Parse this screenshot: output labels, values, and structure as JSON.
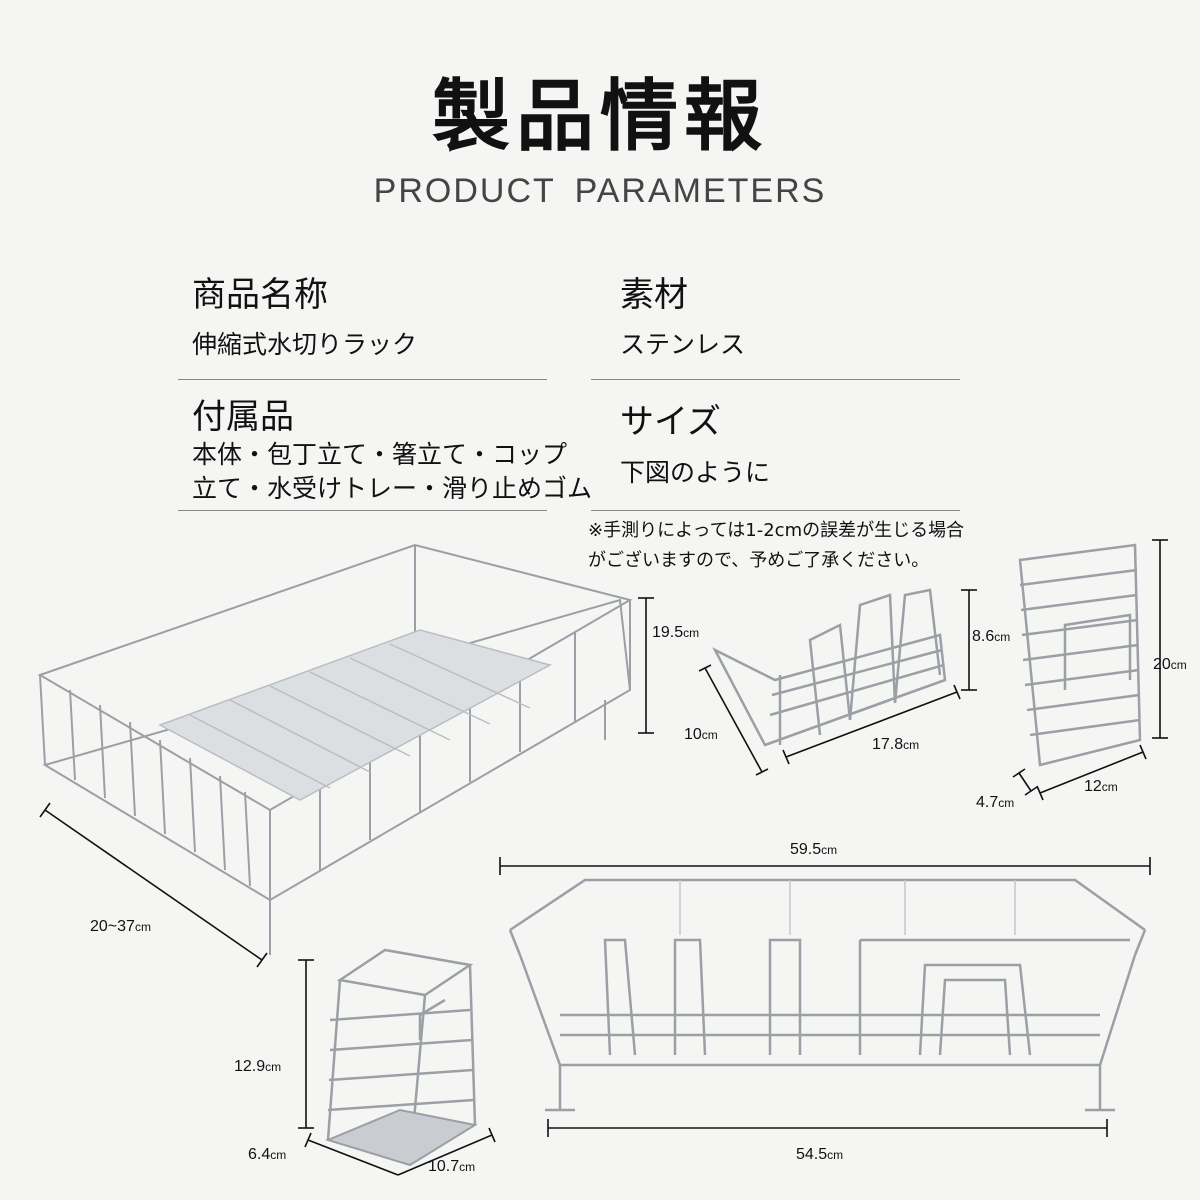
{
  "header": {
    "title": "製品情報",
    "subtitle": "PRODUCT PARAMETERS"
  },
  "info": {
    "name_label": "商品名称",
    "name_value": "伸縮式水切りラック",
    "material_label": "素材",
    "material_value": "ステンレス",
    "accessories_label": "付属品",
    "accessories_line1": "本体・包丁立て・箸立て・コップ",
    "accessories_line2": "立て・水受けトレー・滑り止めゴム",
    "size_label": "サイズ",
    "size_value": "下図のように"
  },
  "note": {
    "line1": "※手測りによっては1-2cmの誤差が生じる場合",
    "line2": "がございますので、予めご了承ください。"
  },
  "dimensions": {
    "unit": "cm",
    "main_height": "19.5",
    "main_depth": "20~37",
    "knife_depth": "10",
    "knife_width": "17.8",
    "knife_height": "8.6",
    "cup_height": "20",
    "cup_width": "12",
    "cup_depth": "4.7",
    "front_width_top": "59.5",
    "front_width_bottom": "54.5",
    "chop_height": "12.9",
    "chop_depth": "6.4",
    "chop_width": "10.7"
  },
  "colors": {
    "background": "#f5f5f4",
    "text": "#111111",
    "rule": "#888888",
    "steel": "#9aa0a6"
  }
}
